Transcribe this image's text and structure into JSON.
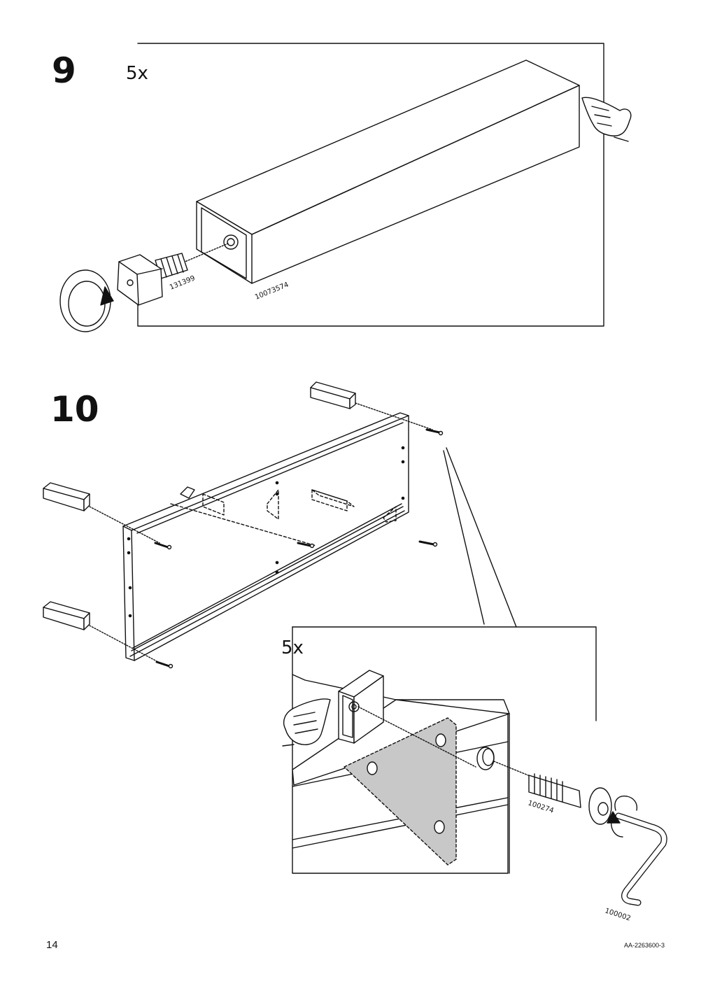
{
  "steps": [
    {
      "number": "9",
      "quantity": "5x",
      "parts": [
        "131399",
        "10073574"
      ]
    },
    {
      "number": "10",
      "quantity": "5x",
      "parts": [
        "100274",
        "100002"
      ]
    }
  ],
  "footer": {
    "page_number": "14",
    "document_code": "AA-2263600-3"
  },
  "icons": [
    "rotate-arrow-icon",
    "hand-touch-icon",
    "hex-key-icon"
  ]
}
